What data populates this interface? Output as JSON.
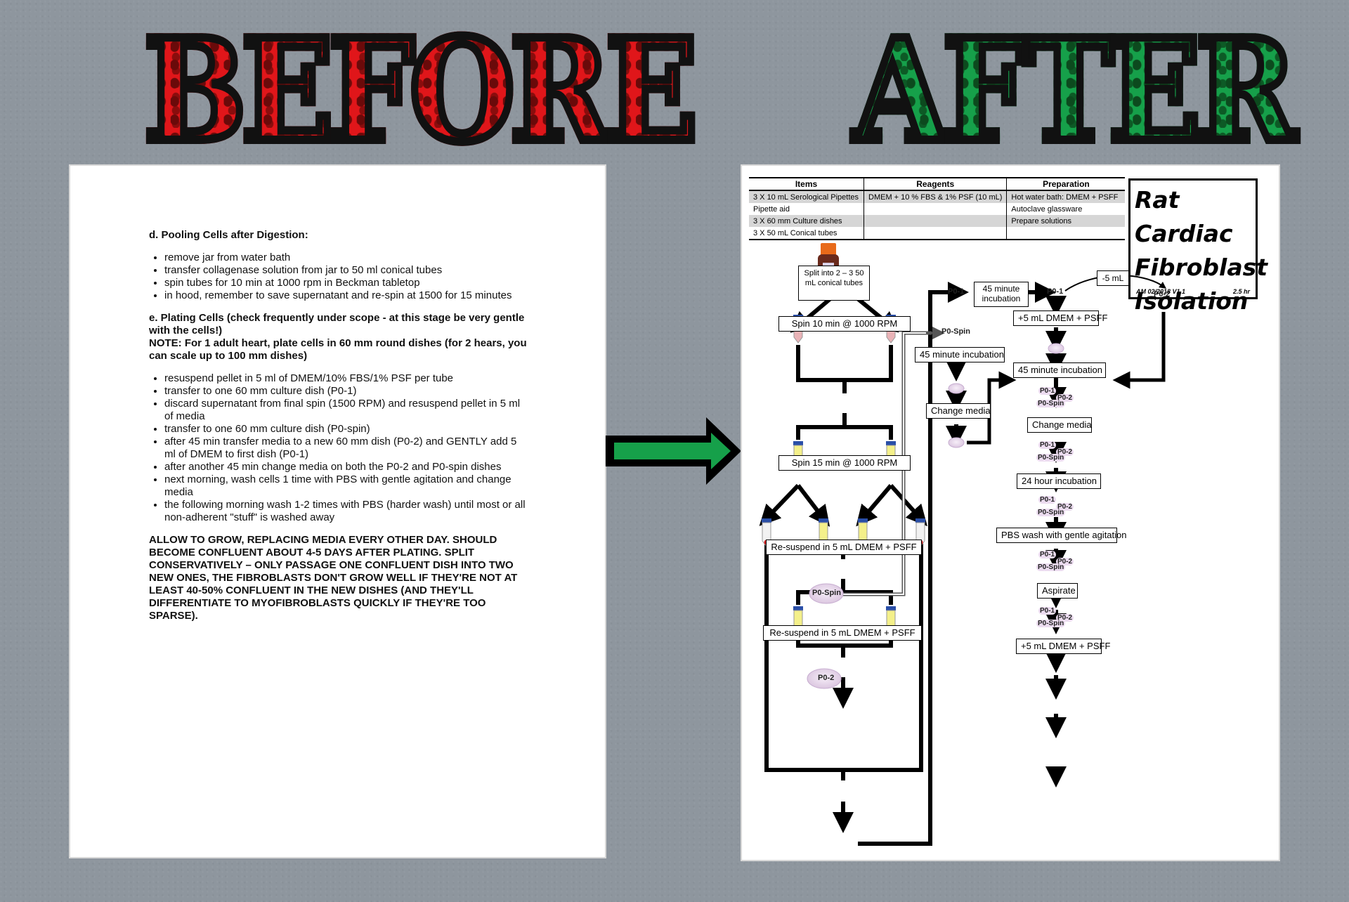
{
  "headings": {
    "before": "BEFORE",
    "after": "AFTER"
  },
  "colors": {
    "before": "#e0161a",
    "after": "#16a04a",
    "arrow": "#16a04a"
  },
  "before_doc": {
    "section_d": "d. Pooling Cells after Digestion:",
    "d_items": [
      "remove jar from water bath",
      "transfer collagenase solution from jar to 50 ml conical tubes",
      "spin tubes for 10 min at 1000 rpm in Beckman tabletop",
      "in hood, remember to save supernatant and re-spin at 1500 for 15 minutes"
    ],
    "section_e": "e. Plating Cells (check frequently under scope - at this stage be very gentle with the cells!)",
    "note": "NOTE: For 1 adult heart, plate cells in 60 mm round dishes (for 2 hears, you can scale up to 100 mm dishes)",
    "e_items": [
      "resuspend pellet in 5 ml of DMEM/10% FBS/1% PSF per tube",
      "transfer to one 60 mm culture dish (P0-1)",
      "discard supernatant from final spin (1500 RPM) and resuspend pellet in 5 ml of media",
      "transfer to one 60 mm culture dish (P0-spin)",
      "after 45 min transfer media to a new 60 mm dish (P0-2) and GENTLY add 5 ml of DMEM to first dish (P0-1)",
      "after another 45 min change media on both the P0-2 and P0-spin dishes",
      "next morning, wash cells 1 time with PBS with gentle agitation and change media",
      "the following morning wash 1-2 times with PBS (harder wash) until most or all non-adherent \"stuff\" is washed away"
    ],
    "closing": "ALLOW TO GROW, REPLACING MEDIA EVERY OTHER DAY. SHOULD BECOME CONFLUENT ABOUT 4-5 DAYS AFTER PLATING. SPLIT CONSERVATIVELY – ONLY PASSAGE ONE CONFLUENT DISH INTO TWO NEW ONES, THE FIBROBLASTS DON'T GROW WELL IF THEY'RE NOT AT LEAST 40-50% CONFLUENT IN THE NEW DISHES (AND THEY'LL DIFFERENTIATE TO MYOFIBROBLASTS QUICKLY IF THEY'RE TOO SPARSE)."
  },
  "after_doc": {
    "table": {
      "headers": [
        "Items",
        "Reagents",
        "Preparation"
      ],
      "rows": [
        [
          "3 X 10 mL Serological Pipettes",
          "DMEM + 10 % FBS & 1% PSF (10 mL)",
          "Hot water bath: DMEM + PSFF"
        ],
        [
          "Pipette aid",
          "",
          "Autoclave glassware"
        ],
        [
          "3 X 60 mm Culture dishes",
          "",
          "Prepare solutions"
        ],
        [
          "3 X 50 mL Conical tubes",
          "",
          ""
        ]
      ]
    },
    "title": [
      "Rat",
      "Cardiac",
      "Fibroblast",
      "Isolation"
    ],
    "footer_left": "AM 02/2018 V1.1",
    "footer_right": "2.5 hr",
    "steps": {
      "split": "Split into 2 – 3 50 mL conical tubes",
      "spin10": "Spin 10 min @ 1000 RPM",
      "spin15": "Spin 15 min @ 1000 RPM",
      "resuspend1": "Re-suspend in 5 mL DMEM + PSFF",
      "resuspend2": "Re-suspend in 5 mL DMEM + PSFF",
      "inc45a": "45 minute incubation",
      "inc45b": "45 minute incubation",
      "inc45c": "45 minute incubation",
      "minus5": "-5 mL",
      "plus5a": "+5 mL DMEM + PSFF",
      "change1": "Change media",
      "change2": "Change media",
      "inc24": "24 hour incubation",
      "pbs": "PBS wash with gentle agitation",
      "aspirate": "Aspirate",
      "plus5b": "+5 mL DMEM + PSFF"
    },
    "labels": {
      "p01": "P0-1",
      "p02": "P0-2",
      "p0spin": "P0-Spin",
      "dish_a": "P0-1",
      "dish_b": "P0-2",
      "dish_c": "P0-Spin"
    }
  }
}
